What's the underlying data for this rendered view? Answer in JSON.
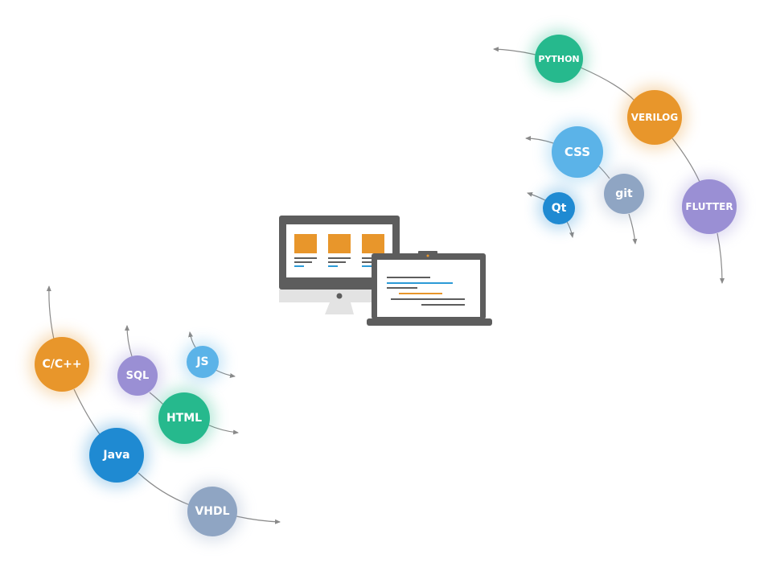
{
  "colors": {
    "green": "#26b98d",
    "orange": "#e8962b",
    "purple": "#9a8fd4",
    "light_blue": "#5bb3e8",
    "slate": "#8fa5c3",
    "blue": "#1f8ad2",
    "connector": "#8a8a8a",
    "device_dark": "#5d5d5d",
    "device_screen": "#ffffff",
    "device_stand": "#e3e3e3",
    "card": "#e8962b",
    "code_blue": "#2c9ad6"
  },
  "top_right_cluster": [
    {
      "id": "python",
      "label": "PYTHON",
      "color": "green"
    },
    {
      "id": "verilog",
      "label": "VERILOG",
      "color": "orange"
    },
    {
      "id": "flutter",
      "label": "FLUTTER",
      "color": "purple"
    },
    {
      "id": "css",
      "label": "CSS",
      "color": "light_blue"
    },
    {
      "id": "git",
      "label": "git",
      "color": "slate"
    },
    {
      "id": "qt",
      "label": "Qt",
      "color": "blue"
    }
  ],
  "bottom_left_cluster": [
    {
      "id": "cpp",
      "label": "C/C++",
      "color": "orange"
    },
    {
      "id": "java",
      "label": "Java",
      "color": "blue"
    },
    {
      "id": "vhdl",
      "label": "VHDL",
      "color": "slate"
    },
    {
      "id": "sql",
      "label": "SQL",
      "color": "purple"
    },
    {
      "id": "html",
      "label": "HTML",
      "color": "green"
    },
    {
      "id": "js",
      "label": "JS",
      "color": "light_blue"
    }
  ],
  "devices_icon": "desktop-and-laptop-icon"
}
